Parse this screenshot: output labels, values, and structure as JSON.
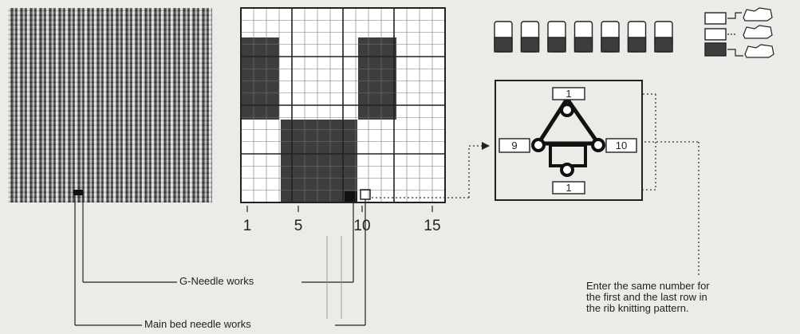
{
  "grid": {
    "axis_ticks": [
      "1",
      "5",
      "10",
      "15"
    ]
  },
  "labels": {
    "g_needle": "G-Needle works",
    "main_bed": "Main bed needle works"
  },
  "selector": {
    "top_value": "1",
    "left_value": "9",
    "right_value": "10",
    "bottom_value": "1"
  },
  "note": {
    "lines": [
      "Enter the same number for",
      "the first and the last row in",
      "the rib knitting pattern."
    ]
  },
  "colors": {
    "ink": "#222222",
    "filled_cell": "#3d3d3d",
    "paper": "#ecebe8"
  },
  "icons": {
    "carriage_state_icons": 7,
    "legend": "lock-state-icons"
  }
}
